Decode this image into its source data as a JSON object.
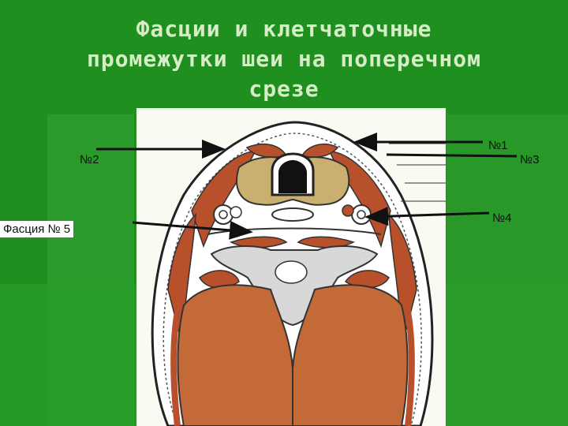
{
  "slide": {
    "title_line1": "Фасции и клетчаточные",
    "title_line2": "промежутки шеи на поперечном",
    "title_line3": "срезе"
  },
  "labels": {
    "no1": "№1",
    "no2": "№2",
    "no3": "№3",
    "no4": "№4",
    "fascia5": "Фасция № 5"
  },
  "colors": {
    "background": "#1f8f1f",
    "title": "#d9ecc8",
    "muscle": "#b8502c",
    "gland": "#c9b070"
  }
}
